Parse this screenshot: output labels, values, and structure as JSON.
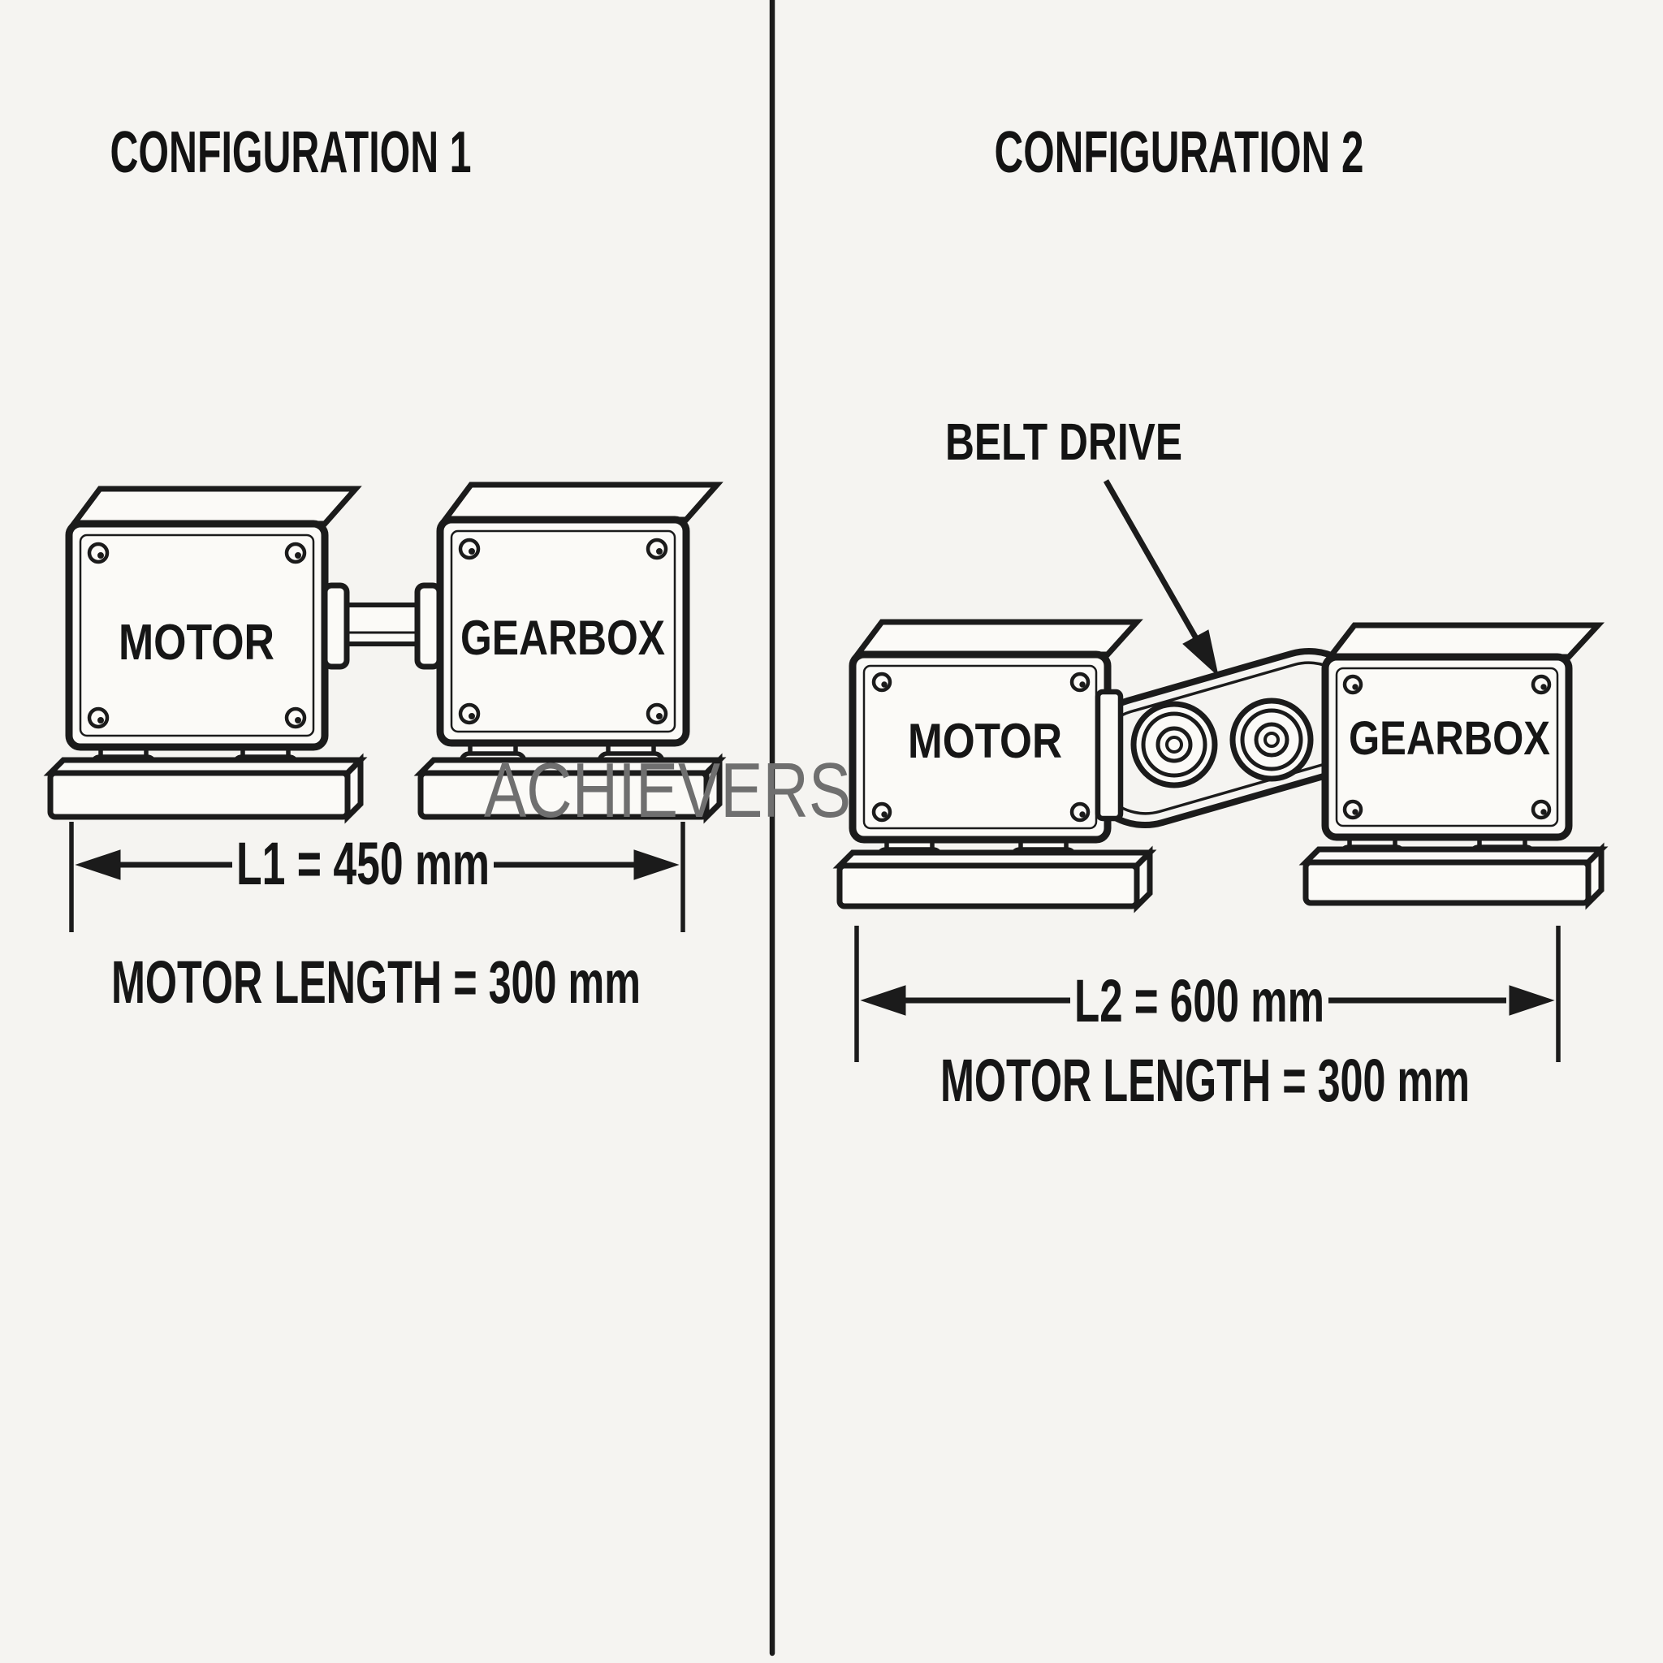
{
  "page": {
    "background_color": "#f5f4f1",
    "line_color": "#1b1b1b",
    "watermark": {
      "text": "ACHIEVERS",
      "color": "#6f6f6f"
    }
  },
  "config1": {
    "title": "CONFIGURATION 1",
    "motor_label": "MOTOR",
    "gearbox_label": "GEARBOX",
    "dimension_label": "L1 = 450 mm",
    "motor_length_label": "MOTOR LENGTH = 300 mm"
  },
  "config2": {
    "title": "CONFIGURATION 2",
    "belt_drive_label": "BELT DRIVE",
    "motor_label": "MOTOR",
    "gearbox_label": "GEARBOX",
    "dimension_label": "L2 = 600 mm",
    "motor_length_label": "MOTOR LENGTH = 300 mm"
  }
}
